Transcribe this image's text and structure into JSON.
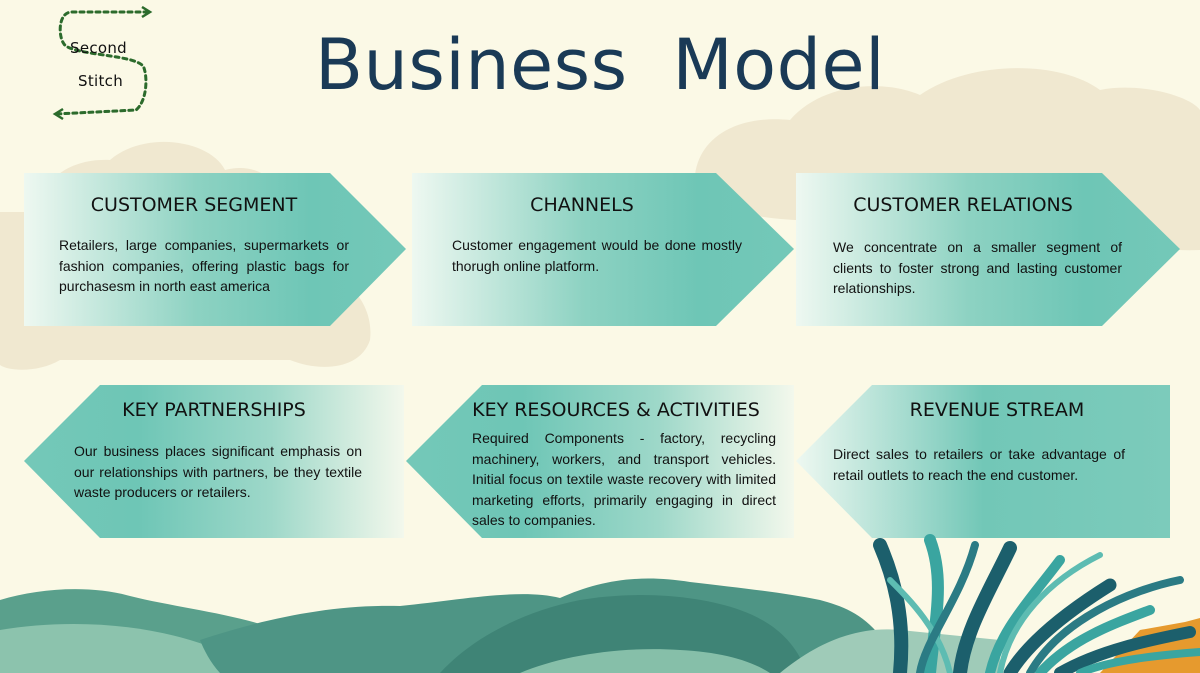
{
  "logo": {
    "line1": "Second",
    "line2": "Stitch"
  },
  "title": "Business Model",
  "cards": [
    {
      "title": "CUSTOMER SEGMENT",
      "text": "Retailers, large companies, supermarkets or fashion companies, offering plastic bags for purchasesm in north east america"
    },
    {
      "title": "CHANNELS",
      "text": "Customer engagement would be done mostly thorugh online platform."
    },
    {
      "title": "CUSTOMER RELATIONS",
      "text": "We concentrate on a smaller segment of clients to foster strong and lasting customer relationships."
    },
    {
      "title": "KEY PARTNERSHIPS",
      "text": "Our business places significant emphasis on our relationships with partners, be they textile waste producers or retailers."
    },
    {
      "title": "KEY RESOURCES & ACTIVITIES",
      "text": "Required Components - factory, recycling machinery, workers, and transport vehicles. Initial focus on textile waste recovery with limited marketing efforts, primarily engaging in direct sales to companies."
    },
    {
      "title": "REVENUE STREAM",
      "text": "Direct sales to retailers or take advantage of retail outlets to reach the end customer."
    }
  ],
  "colors": {
    "background": "#fbf9e6",
    "title": "#1a3a56",
    "card_teal": "#6ec6b6",
    "card_light": "#eaf6ef",
    "cloud": "#ece2c8",
    "hill_dark": "#3f8f80",
    "hill_mid": "#69ab95",
    "hill_light": "#9fcbb8",
    "plant_dark": "#1c5f6c",
    "plant_teal": "#3aa5a0",
    "accent_orange": "#e69a2e",
    "logo_dots": "#2c6b2c"
  }
}
